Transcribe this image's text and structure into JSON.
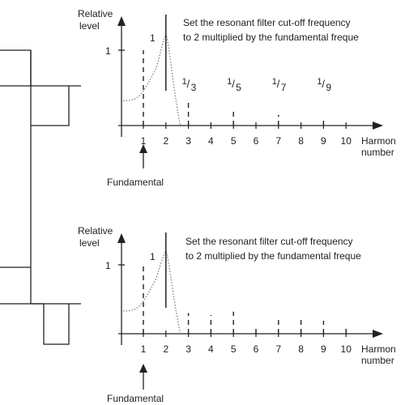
{
  "panels": [
    {
      "id": "top",
      "ylabel_line1": "Relative",
      "ylabel_line2": "level",
      "y_tick_label": "1",
      "peak_label": "1",
      "note_line1": "Set the resonant filter cut-off frequency",
      "note_line2": "to 2 multiplied by the fundamental freque",
      "xlabel_line1": "Harmon",
      "xlabel_line2": "number",
      "x_ticks": [
        "1",
        "2",
        "3",
        "4",
        "5",
        "6",
        "7",
        "8",
        "9",
        "10"
      ],
      "harmonic_labels": [
        {
          "n": 3,
          "num": "1",
          "den": "3"
        },
        {
          "n": 5,
          "num": "1",
          "den": "5"
        },
        {
          "n": 7,
          "num": "1",
          "den": "7"
        },
        {
          "n": 9,
          "num": "1",
          "den": "9"
        }
      ],
      "fundamental_label": "Fundamental",
      "harmonics": [
        {
          "n": 1,
          "level": 1.0
        },
        {
          "n": 3,
          "level": 0.333
        },
        {
          "n": 5,
          "level": 0.2
        },
        {
          "n": 7,
          "level": 0.143
        },
        {
          "n": 9,
          "level": 0.111
        }
      ],
      "filter_cutoff_harmonic": 2
    },
    {
      "id": "bottom",
      "ylabel_line1": "Relative",
      "ylabel_line2": "level",
      "y_tick_label": "1",
      "peak_label": "1",
      "note_line1": "Set the resonant filter cut-off frequency",
      "note_line2": "to 2 multiplied by the fundamental freque",
      "xlabel_line1": "Harmon",
      "xlabel_line2": "number",
      "x_ticks": [
        "1",
        "2",
        "3",
        "4",
        "5",
        "6",
        "7",
        "8",
        "9",
        "10"
      ],
      "fundamental_label": "Fundamental",
      "harmonics": [
        {
          "n": 1,
          "level": 1.0
        },
        {
          "n": 3,
          "level": 0.3
        },
        {
          "n": 4,
          "level": 0.27
        },
        {
          "n": 5,
          "level": 0.32
        },
        {
          "n": 6,
          "level": 0.13
        },
        {
          "n": 7,
          "level": 0.2
        },
        {
          "n": 8,
          "level": 0.25
        },
        {
          "n": 9,
          "level": 0.19
        },
        {
          "n": 10,
          "level": 0.12
        }
      ],
      "filter_cutoff_harmonic": 2
    }
  ]
}
